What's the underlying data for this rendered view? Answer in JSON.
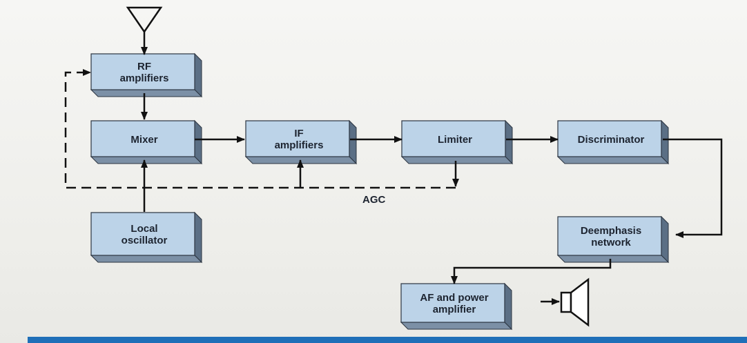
{
  "diagram": {
    "blocks": {
      "rf": "RF\namplifiers",
      "mixer": "Mixer",
      "if": "IF\namplifiers",
      "limiter": "Limiter",
      "discriminator": "Discriminator",
      "local": "Local\noscillator",
      "deemphasis": "Deemphasis\nnetwork",
      "af": "AF and power\namplifier"
    },
    "agc_label": "AGC",
    "icons": [
      "antenna-icon",
      "speaker-icon"
    ],
    "colors": {
      "block_fill": "#bcd3e8",
      "block_shade": "#5b6f85",
      "line": "#111111",
      "accent_bar": "#1f6fb8"
    }
  }
}
